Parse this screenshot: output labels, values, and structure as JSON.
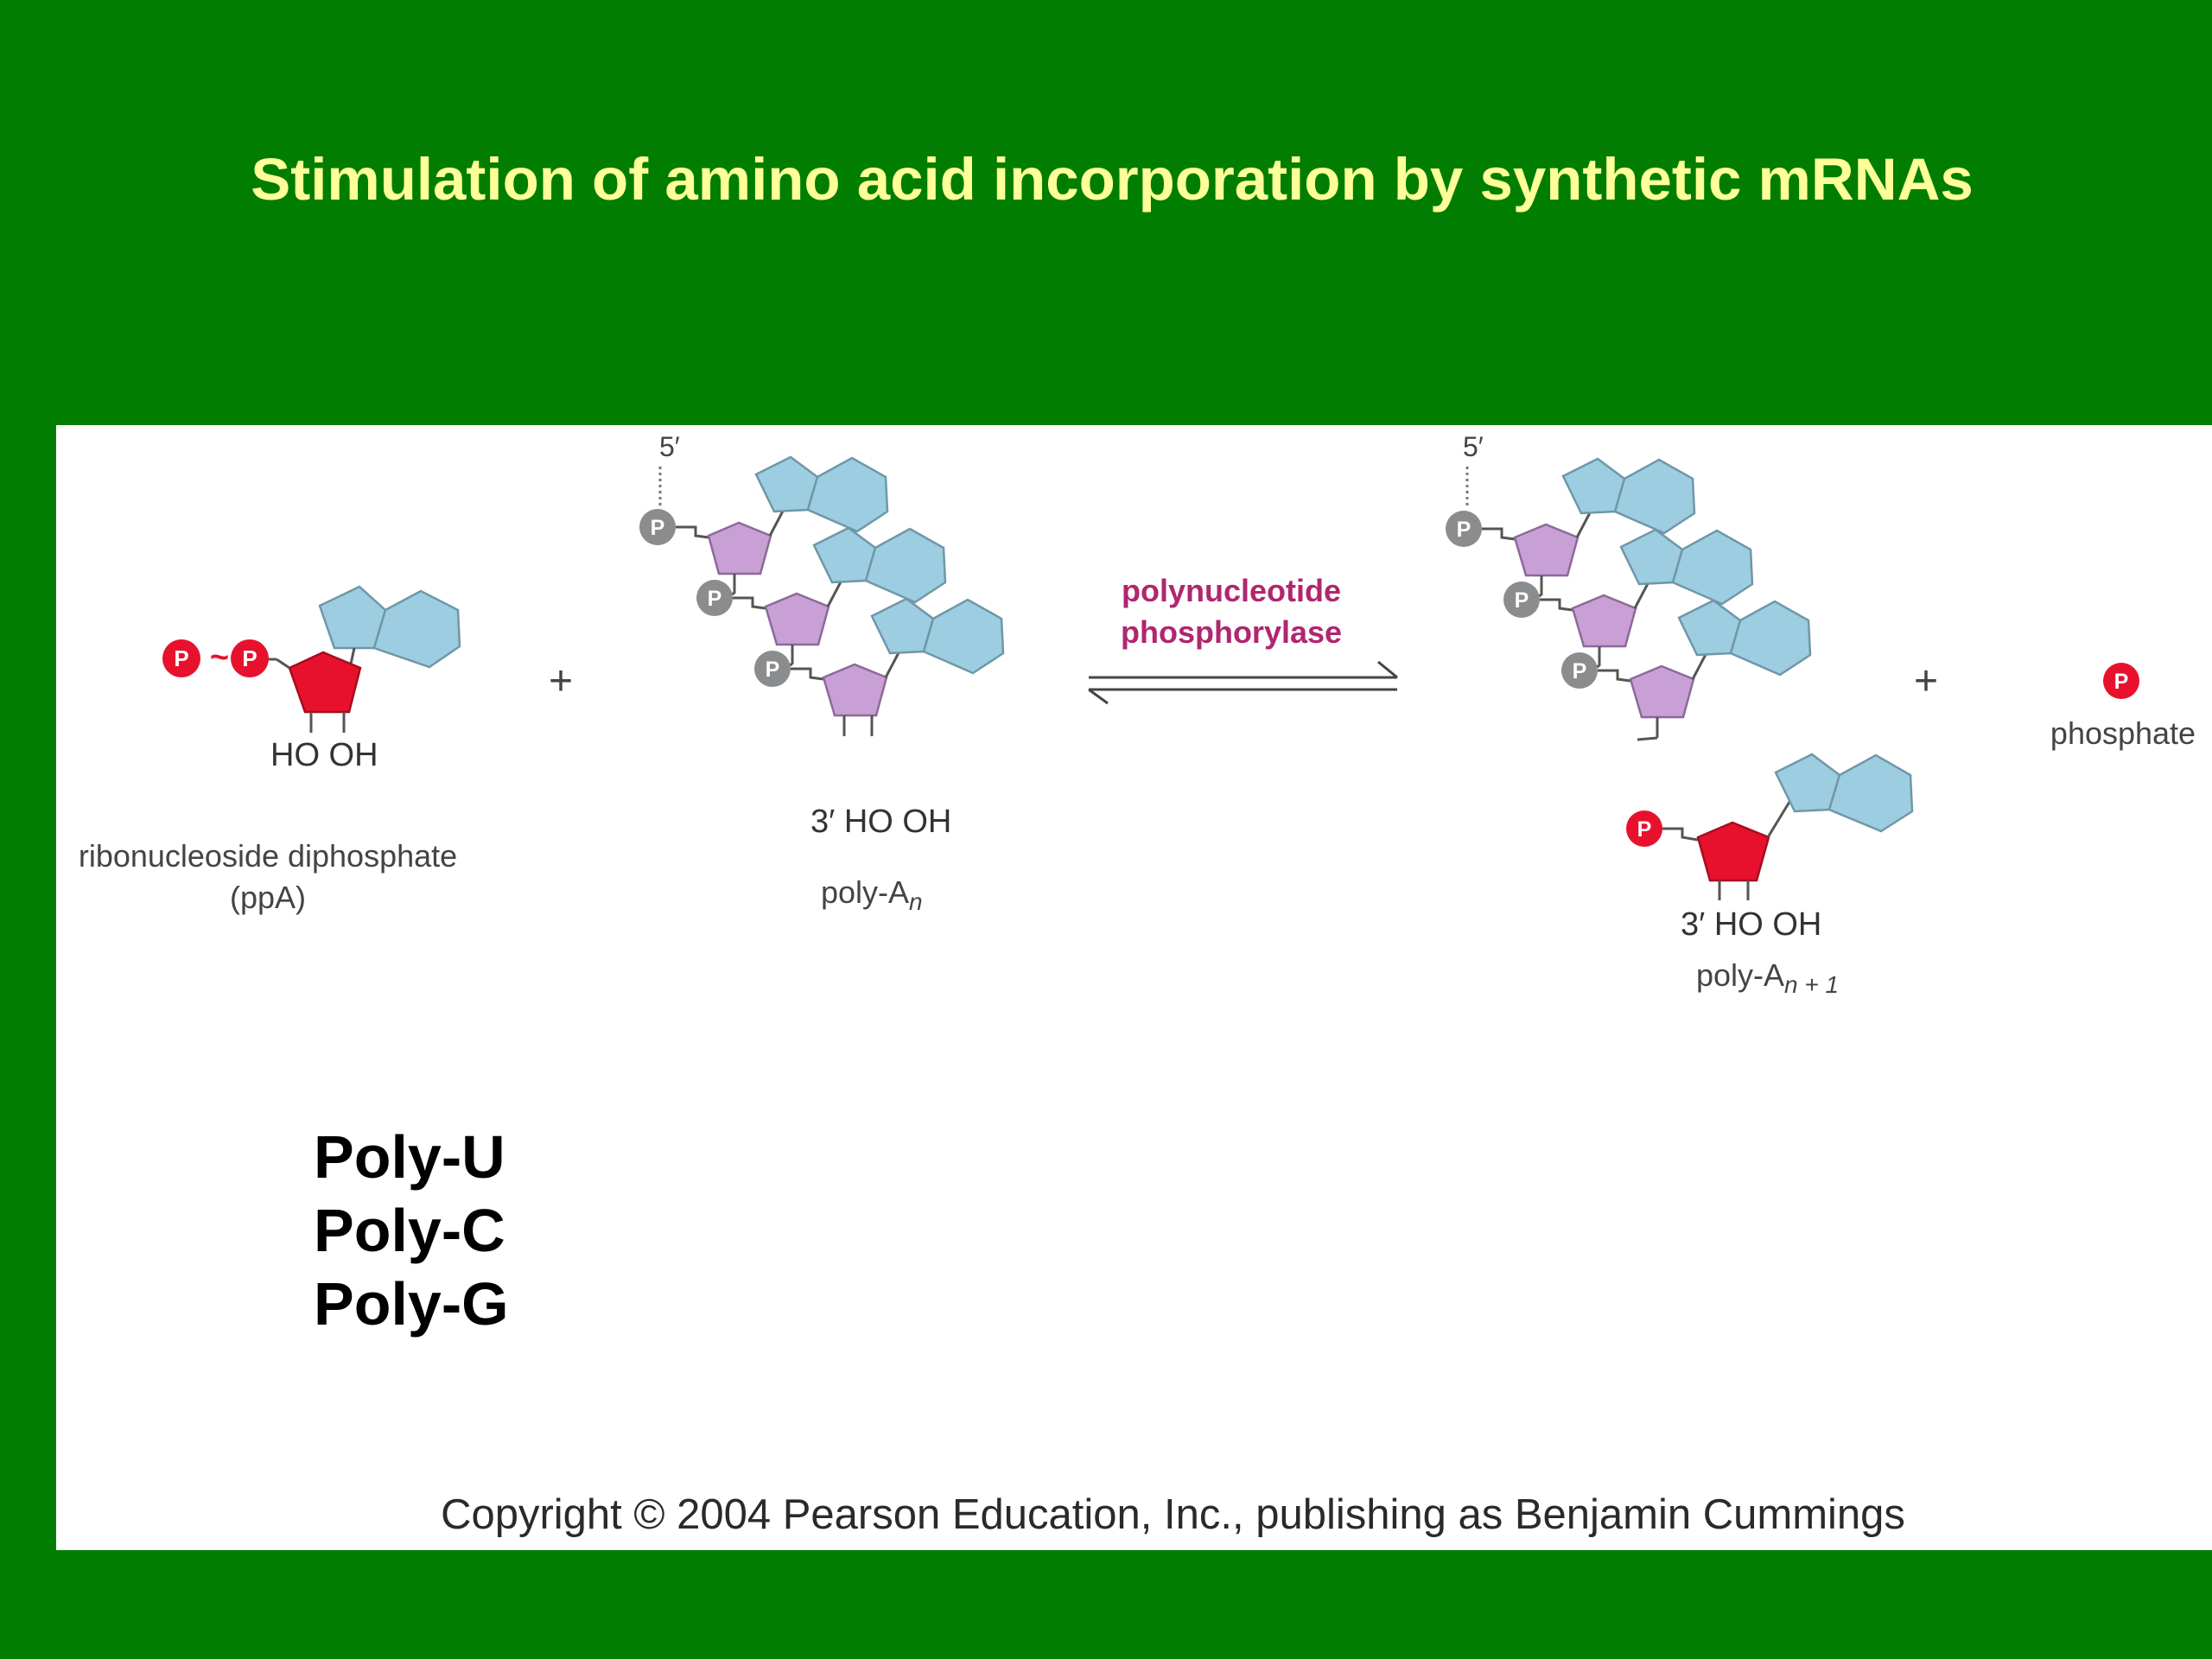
{
  "slide": {
    "title": "Stimulation of amino acid incorporation by synthetic mRNAs"
  },
  "diagram": {
    "ppA": {
      "label_line1": "ribonucleoside diphosphate",
      "label_line2": "(ppA)",
      "ho_oh": "HO OH"
    },
    "polyA_n": {
      "five_prime": "5′",
      "three_prime_ho_oh": "3′ HO OH",
      "label_base": "poly-A",
      "label_sub": "n"
    },
    "enzyme": {
      "line1": "polynucleotide",
      "line2": "phosphorylase"
    },
    "polyA_n1": {
      "five_prime": "5′",
      "three_prime_ho_oh": "3′ HO OH",
      "label_base": "poly-A",
      "label_sub": "n + 1"
    },
    "phosphate": {
      "label": "phosphate"
    },
    "plus_sign": "+",
    "phosphate_symbol": "P",
    "bond_tilde": "~"
  },
  "poly_list": [
    "Poly-U",
    "Poly-C",
    "Poly-G"
  ],
  "copyright": "Copyright © 2004 Pearson Education, Inc., publishing as Benjamin Cummings",
  "colors": {
    "background": "#017E01",
    "title": "#FFFF99",
    "base": "#9DCDE0",
    "sugar_existing": "#C9A0D6",
    "sugar_new": "#E8112D",
    "phosphate_gray": "#8A8C8E",
    "phosphate_red": "#E8112D",
    "enzyme_text": "#B0266F"
  }
}
